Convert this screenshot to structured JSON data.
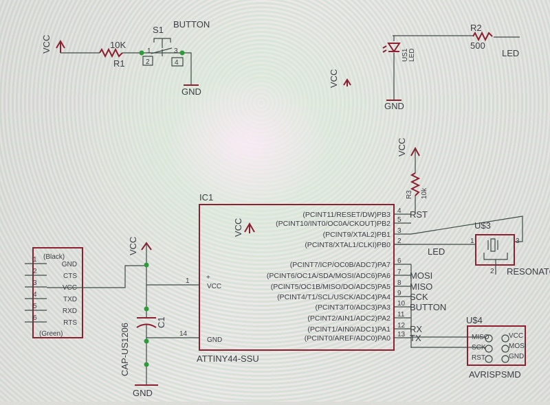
{
  "colors": {
    "symbol": "#8a2030",
    "wire": "#3d4a45",
    "junction": "#2e9a3c",
    "text": "#3c3c44"
  },
  "button_circuit": {
    "vcc": "VCC",
    "r1_value": "10K",
    "r1_name": "R1",
    "s1_name": "S1",
    "net": "BUTTON",
    "pin1": "1",
    "pin2": "2",
    "pin3": "3",
    "pin4": "4",
    "gnd": "GND"
  },
  "led_circuit": {
    "r2_name": "R2",
    "r2_value": "500",
    "net": "LED",
    "led_name": "US1",
    "led_value": "LED",
    "gnd": "GND"
  },
  "floating_vcc": "VCC",
  "r3": {
    "vcc": "VCC",
    "name": "R3",
    "value": "10k"
  },
  "ic1": {
    "name": "IC1",
    "part": "ATTINY44-SSU",
    "vcc_symbol": "VCC",
    "plus": "+",
    "vcc_pin": "VCC",
    "gnd_pin": "GND",
    "vcc_pin_num": "1",
    "gnd_pin_num": "14",
    "pins": [
      {
        "label": "(PCINT11/RESET/DW)PB3",
        "num": "4",
        "net": "RST"
      },
      {
        "label": "(PCINT10/INT0/OC0A/CKOUT)PB2",
        "num": "5",
        "net": ""
      },
      {
        "label": "(PCINT9/XTAL2)PB1",
        "num": "3",
        "net": ""
      },
      {
        "label": "(PCINT8/XTAL1/CLKI)PB0",
        "num": "2",
        "net": ""
      },
      {
        "label": "(PCINT7/ICP/OC0B/ADC7)PA7",
        "num": "6",
        "net": ""
      },
      {
        "label": "(PCINT6/OC1A/SDA/MOSI/ADC6)PA6",
        "num": "7",
        "net": "MOSI"
      },
      {
        "label": "(PCINT5/OC1B/MISO/DO/ADC5)PA5",
        "num": "8",
        "net": "MISO"
      },
      {
        "label": "(PCINT4/T1/SCL/USCK/ADC4)PA4",
        "num": "9",
        "net": "SCK"
      },
      {
        "label": "(PCINT3/T0/ADC3)PA3",
        "num": "10",
        "net": "BUTTON"
      },
      {
        "label": "(PCINT2/AIN1/ADC2)PA2",
        "num": "11",
        "net": ""
      },
      {
        "label": "(PCINT1/AIN0/ADC1)PA1",
        "num": "12",
        "net": "RX"
      },
      {
        "label": "(PCINT0/AREF/ADC0)PA0",
        "num": "13",
        "net": "TX"
      }
    ],
    "led_net": "LED"
  },
  "ftdi": {
    "top": "(Black)",
    "bottom": "(Green)",
    "pins": [
      {
        "num": "1",
        "name": "GND"
      },
      {
        "num": "2",
        "name": "CTS"
      },
      {
        "num": "3",
        "name": "VCC"
      },
      {
        "num": "4",
        "name": "TXD"
      },
      {
        "num": "5",
        "name": "RXD"
      },
      {
        "num": "6",
        "name": "RTS"
      }
    ]
  },
  "power": {
    "vcc": "VCC",
    "gnd": "GND",
    "c1_name": "C1",
    "c1_value": "CAP-US1206"
  },
  "resonator": {
    "name": "U$3",
    "value": "RESONATOR",
    "pin1": "1",
    "pin2": "2",
    "pin3": "3"
  },
  "isp": {
    "name": "U$4",
    "value": "AVRISPSMD",
    "left": [
      "MISO",
      "SCK",
      "RST"
    ],
    "right": [
      "VCC",
      "MOSI",
      "GND"
    ]
  }
}
